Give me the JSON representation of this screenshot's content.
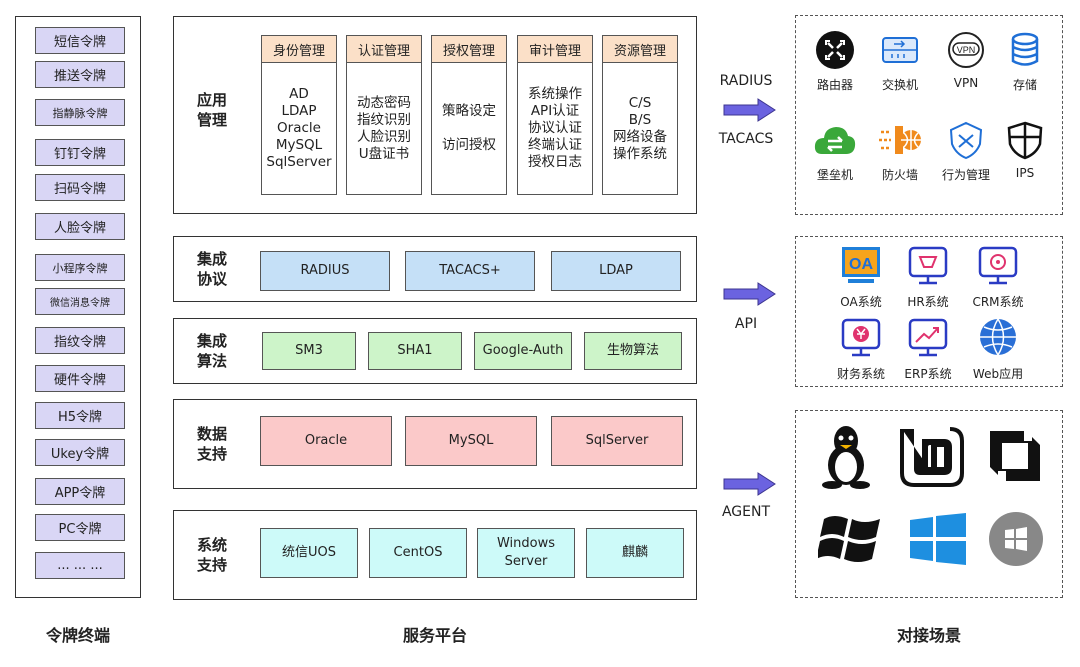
{
  "tokens": [
    "短信令牌",
    "推送令牌",
    "指静脉令牌",
    "钉钉令牌",
    "扫码令牌",
    "人脸令牌",
    "小程序令牌",
    "微信消息令牌",
    "指纹令牌",
    "硬件令牌",
    "H5令牌",
    "Ukey令牌",
    "APP令牌",
    "PC令牌",
    "... ... ..."
  ],
  "titles": {
    "left": "令牌终端",
    "middle": "服务平台",
    "right": "对接场景"
  },
  "app": {
    "label": "应用\n管理",
    "columns": [
      {
        "head": "身份管理",
        "body": "AD\nLDAP\nOracle\nMySQL\nSqlServer"
      },
      {
        "head": "认证管理",
        "body": "动态密码\n指纹识别\n人脸识别\nU盘证书"
      },
      {
        "head": "授权管理",
        "body": "策略设定\n\n访问授权"
      },
      {
        "head": "审计管理",
        "body": "系统操作\nAPI认证\n协议认证\n终端认证\n授权日志"
      },
      {
        "head": "资源管理",
        "body": "C/S\nB/S\n网络设备\n操作系统"
      }
    ]
  },
  "protocols": {
    "label": "集成\n协议",
    "items": [
      "RADIUS",
      "TACACS+",
      "LDAP"
    ]
  },
  "algorithms": {
    "label": "集成\n算法",
    "items": [
      "SM3",
      "SHA1",
      "Google-Auth",
      "生物算法"
    ]
  },
  "databases": {
    "label": "数据\n支持",
    "items": [
      "Oracle",
      "MySQL",
      "SqlServer"
    ]
  },
  "systems": {
    "label": "系统\n支持",
    "items": [
      "统信UOS",
      "CentOS",
      "Windows\nServer",
      "麒麟"
    ]
  },
  "connectors": {
    "radius": "RADIUS",
    "tacacs": "TACACS",
    "api": "API",
    "agent": "AGENT"
  },
  "network": [
    "路由器",
    "交换机",
    "VPN",
    "存储",
    "堡垒机",
    "防火墙",
    "行为管理",
    "IPS"
  ],
  "apps": [
    "OA系统",
    "HR系统",
    "CRM系统",
    "财务系统",
    "ERP系统",
    "Web应用"
  ],
  "icon_text": {
    "oa": "OA",
    "vpn": "VPN"
  },
  "colors": {
    "token": "#d9d6f5",
    "mgmt_head": "#fbe0c8",
    "protocol": "#c5e0f7",
    "algorithm": "#cdf4c9",
    "database": "#fbc9c9",
    "system": "#cdfaf9",
    "arrow": "#6b63e0",
    "icon_blue": "#1f6fd6",
    "icon_green": "#3aa83a",
    "icon_orange": "#f08a1c"
  }
}
